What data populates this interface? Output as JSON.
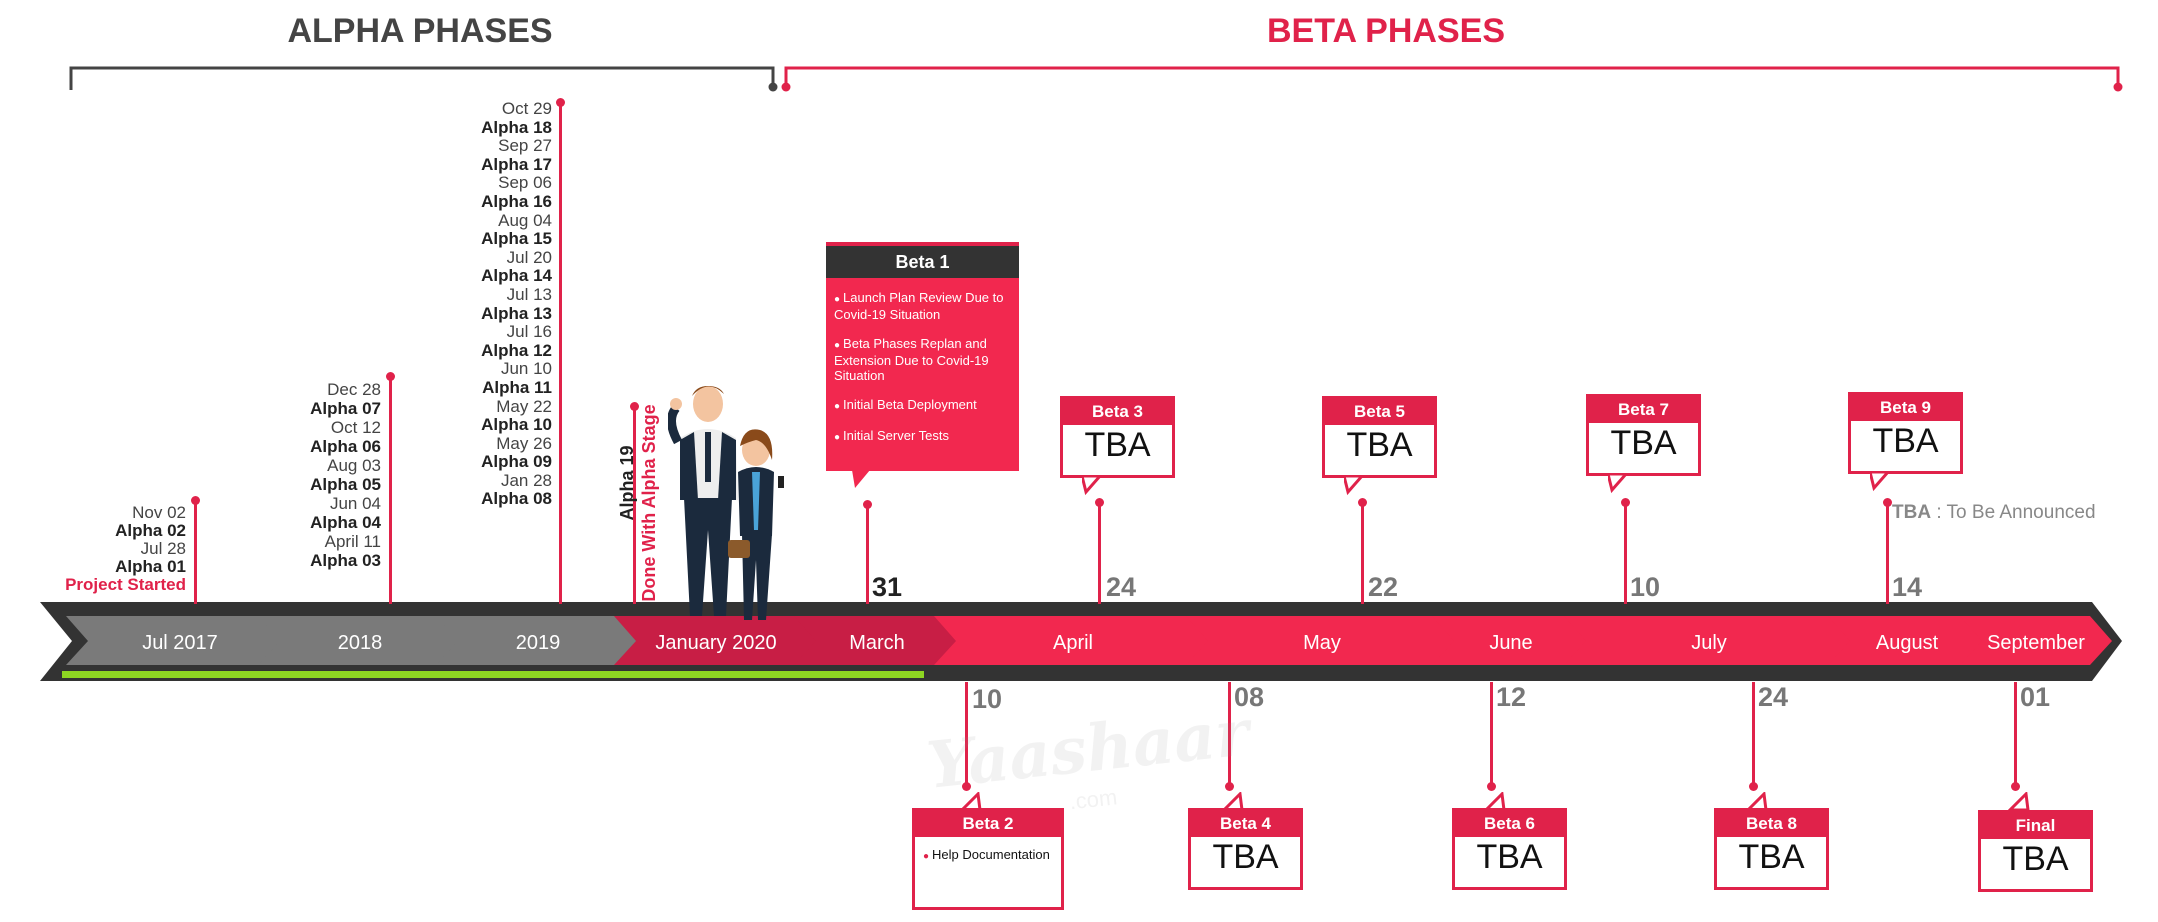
{
  "phases": {
    "alpha_title": "ALPHA PHASES",
    "beta_title": "BETA PHASES"
  },
  "colors": {
    "accent": "#e0224a",
    "dark": "#333333",
    "gray": "#7a7a7a",
    "green": "#8ed622"
  },
  "timeline": {
    "segments": [
      "Jul 2017",
      "2018",
      "2019",
      "January 2020",
      "March",
      "April",
      "May",
      "June",
      "July",
      "August",
      "September"
    ]
  },
  "alpha_2017": [
    {
      "date": "Nov 02",
      "name": "Alpha 02"
    },
    {
      "date": "Jul 28",
      "name": "Alpha 01"
    }
  ],
  "project_started": "Project Started",
  "alpha_2018": [
    {
      "date": "Dec 28",
      "name": "Alpha 07"
    },
    {
      "date": "Oct 12",
      "name": "Alpha 06"
    },
    {
      "date": "Aug 03",
      "name": "Alpha 05"
    },
    {
      "date": "Jun 04",
      "name": "Alpha 04"
    },
    {
      "date": "April 11",
      "name": "Alpha 03"
    }
  ],
  "alpha_2019": [
    {
      "date": "Oct 29",
      "name": "Alpha 18"
    },
    {
      "date": "Sep 27",
      "name": "Alpha 17"
    },
    {
      "date": "Sep 06",
      "name": "Alpha 16"
    },
    {
      "date": "Aug 04",
      "name": "Alpha 15"
    },
    {
      "date": "Jul 20",
      "name": "Alpha 14"
    },
    {
      "date": "Jul 13",
      "name": "Alpha 13"
    },
    {
      "date": "Jul 16",
      "name": "Alpha 12"
    },
    {
      "date": "Jun 10",
      "name": "Alpha 11"
    },
    {
      "date": "May 22",
      "name": "Alpha 10"
    },
    {
      "date": "May 26",
      "name": "Alpha 09"
    },
    {
      "date": "Jan 28",
      "name": "Alpha 08"
    }
  ],
  "alpha_2020": {
    "name": "Alpha 19",
    "done": "Done With Alpha Stage"
  },
  "beta1": {
    "title": "Beta 1",
    "items": [
      "Launch Plan Review Due to Covid-19 Situation",
      "Beta Phases Replan and Extension Due to Covid-19 Situation",
      "Initial Beta Deployment",
      "Initial Server Tests"
    ],
    "day": "31"
  },
  "beta2": {
    "title": "Beta 2",
    "items": [
      "Help Documentation"
    ],
    "day": "10"
  },
  "betas_top": [
    {
      "title": "Beta 3",
      "value": "TBA",
      "day": "24"
    },
    {
      "title": "Beta 5",
      "value": "TBA",
      "day": "22"
    },
    {
      "title": "Beta 7",
      "value": "TBA",
      "day": "10"
    },
    {
      "title": "Beta 9",
      "value": "TBA",
      "day": "14"
    }
  ],
  "betas_bottom": [
    {
      "title": "Beta 4",
      "value": "TBA",
      "day": "08"
    },
    {
      "title": "Beta 6",
      "value": "TBA",
      "day": "12"
    },
    {
      "title": "Beta 8",
      "value": "TBA",
      "day": "24"
    },
    {
      "title": "Final",
      "value": "TBA",
      "day": "01"
    }
  ],
  "legend": {
    "key": "TBA",
    "text": ": To Be Announced"
  },
  "watermark": {
    "text": "Yaashaar",
    "sub": ".com"
  }
}
